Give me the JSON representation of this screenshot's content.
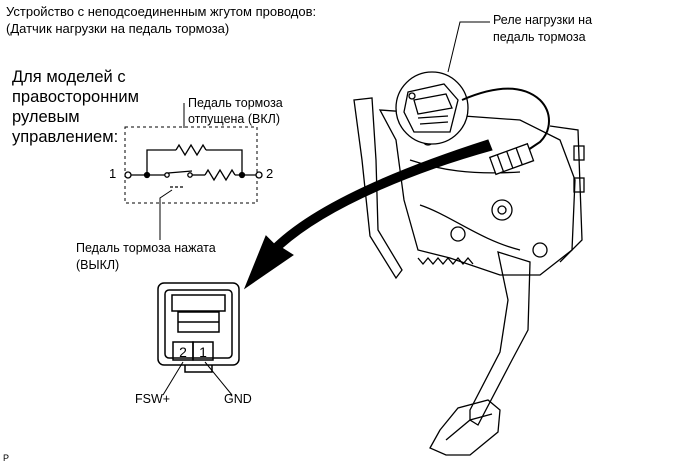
{
  "header": {
    "line1": "Устройство с неподсоединенным жгутом проводов:",
    "line2": "(Датчик нагрузки на педаль тормоза)"
  },
  "relay_label": {
    "line1": "Реле нагрузки на",
    "line2": "педаль тормоза"
  },
  "models_label": {
    "line1": "Для моделей с",
    "line2": "правосторонним",
    "line3": "рулевым",
    "line4": "управлением:"
  },
  "released_label": {
    "line1": "Педаль тормоза",
    "line2": "отпущена (ВКЛ)"
  },
  "pressed_label": {
    "line1": "Педаль тормоза нажата",
    "line2": "(ВЫКЛ)"
  },
  "terminals": {
    "left": "1",
    "right": "2"
  },
  "connector": {
    "pin_left": "2",
    "pin_right": "1",
    "signal_left": "FSW+",
    "signal_right": "GND"
  },
  "figure_code": "P"
}
